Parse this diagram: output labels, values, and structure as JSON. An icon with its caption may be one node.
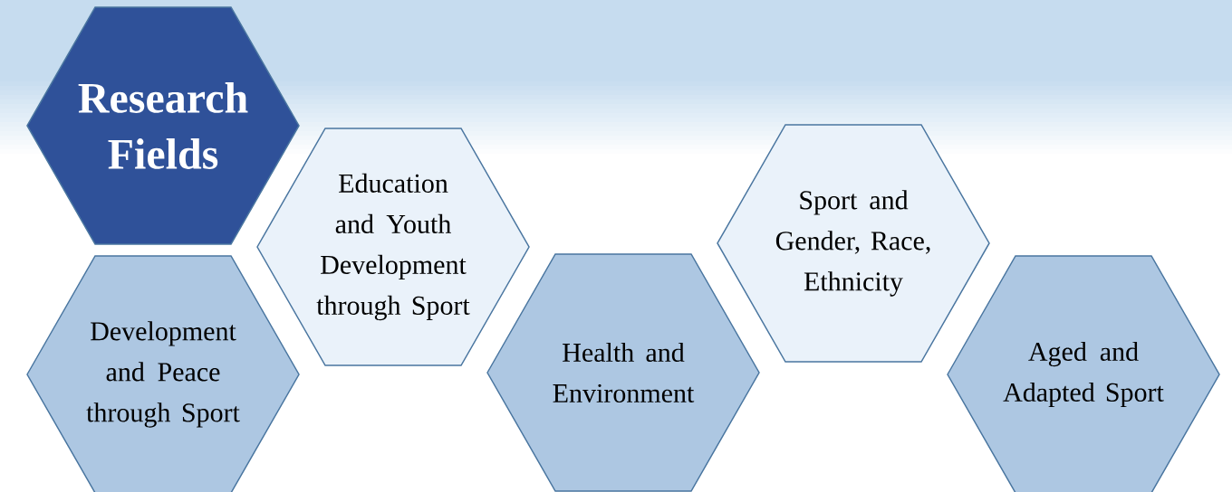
{
  "diagram": {
    "nodes": [
      {
        "text": [
          "Research Fields"
        ]
      },
      {
        "text": [
          "Development and Peace through Sport"
        ]
      },
      {
        "text": [
          "Education and Youth Development through Sport"
        ]
      },
      {
        "text": [
          "Health and Environment"
        ]
      },
      {
        "text": [
          "Sport and Gender, Race, Ethnicity"
        ]
      },
      {
        "text": [
          "Aged and Adapted Sport"
        ]
      }
    ]
  }
}
